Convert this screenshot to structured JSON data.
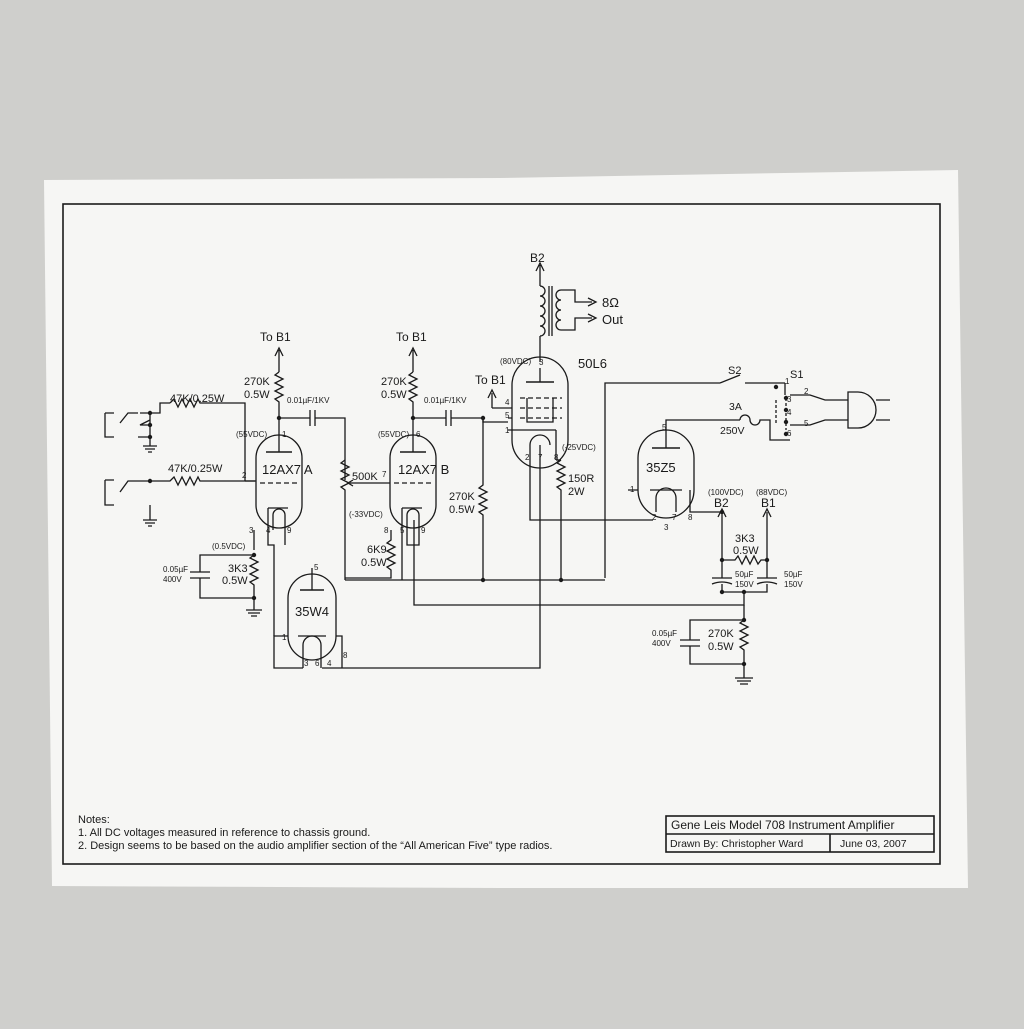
{
  "title_block": {
    "title": "Gene Leis Model 708 Instrument Amplifier",
    "drawn_by": "Drawn By:  Christopher Ward",
    "date": "June 03, 2007"
  },
  "notes": {
    "heading": "Notes:",
    "items": [
      "1.  All DC voltages measured in reference to chassis ground.",
      "2.  Design seems to be based on the audio amplifier section of the “All American Five” type radios."
    ]
  },
  "tubes": {
    "v1a": "12AX7 A",
    "v1b": "12AX7 B",
    "v2": "50L6",
    "v3": "35Z5",
    "v4": "35W4"
  },
  "rails": {
    "to_b1_a": "To B1",
    "to_b1_b": "To B1",
    "to_b1_c": "To B1",
    "b2_top": "B2",
    "b2_right": "B2",
    "b1_right": "B1"
  },
  "output": {
    "imp": "8Ω",
    "out": "Out"
  },
  "switches": {
    "s1": "S1",
    "s2": "S2"
  },
  "fuse": {
    "rating": "3A",
    "voltage": "250V"
  },
  "components": {
    "r_in1": "47K/0.25W",
    "r_in2": "47K/0.25W",
    "r_plate_a_1": "270K",
    "r_plate_a_2": "0.5W",
    "r_plate_b_1": "270K",
    "r_plate_b_2": "0.5W",
    "c_couple_a": "0.01µF/1KV",
    "c_couple_b": "0.01µF/1KV",
    "pot": "500K",
    "r_grid_1": "270K",
    "r_grid_2": "0.5W",
    "r_cath_a_1": "3K3",
    "r_cath_a_2": "0.5W",
    "c_cath_a_1": "0.05µF",
    "c_cath_a_2": "400V",
    "r_cath_b_1": "6K9",
    "r_cath_b_2": "0.5W",
    "r_150_1": "150R",
    "r_150_2": "2W",
    "r_filter_1": "3K3",
    "r_filter_2": "0.5W",
    "c_filter_a_1": "50µF",
    "c_filter_a_2": "150V",
    "c_filter_b_1": "50µF",
    "c_filter_b_2": "150V",
    "r_bleed_1": "270K",
    "r_bleed_2": "0.5W",
    "c_bleed_1": "0.05µF",
    "c_bleed_2": "400V"
  },
  "voltages": {
    "v1a_plate": "(55VDC)",
    "v1b_plate": "(55VDC)",
    "v1a_cath": "(0.5VDC)",
    "v1b_cath": "(-33VDC)",
    "v2_plate": "(80VDC)",
    "v2_cath": "(-25VDC)",
    "b2": "(100VDC)",
    "b1": "(88VDC)"
  },
  "pins": {
    "a1": "1",
    "a2": "2",
    "a3": "3",
    "a4": "4",
    "a5": "9",
    "b6": "6",
    "b7": "7",
    "b8": "8",
    "b5": "5",
    "b9": "9",
    "c3": "3",
    "c4": "4",
    "c5": "5",
    "c1": "1",
    "c2": "2",
    "c7": "7",
    "c8": "8",
    "d5": "5",
    "d1": "1",
    "d2": "2",
    "d7": "7",
    "d8": "8",
    "d3": "3",
    "e5": "5",
    "e1": "1",
    "e3": "3",
    "e6": "6",
    "e4": "4",
    "e8": "8",
    "s1_1": "1",
    "s1_2": "2",
    "s1_3": "3",
    "s1_4": "4",
    "s1_5": "5",
    "s1_6": "6"
  }
}
